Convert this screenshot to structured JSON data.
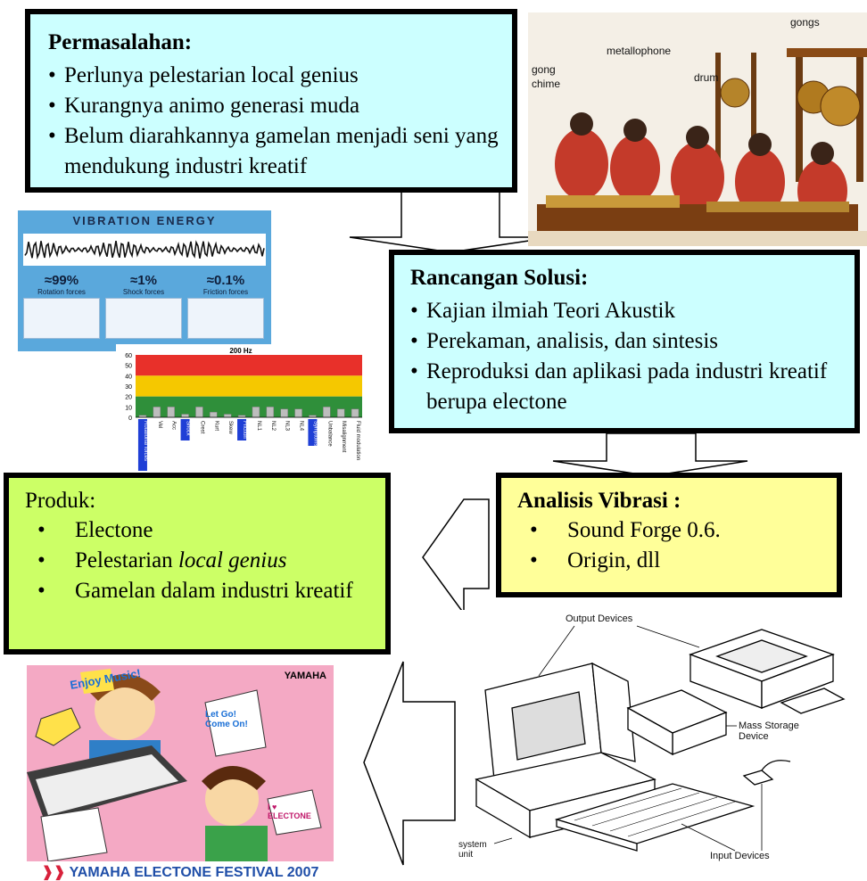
{
  "permasalahan": {
    "title": "Permasalahan:",
    "items": [
      "Perlunya pelestarian local genius",
      "Kurangnya animo generasi muda",
      "Belum diarahkannya gamelan menjadi seni yang mendukung industri kreatif"
    ]
  },
  "rancangan": {
    "title": "Rancangan Solusi:",
    "items": [
      "Kajian ilmiah Teori Akustik",
      "Perekaman, analisis, dan sintesis",
      "Reproduksi dan aplikasi pada industri kreatif berupa electone"
    ]
  },
  "analisis": {
    "title": "Analisis Vibrasi :",
    "items": [
      "Sound Forge 0.6.",
      "Origin, dll"
    ]
  },
  "produk": {
    "title": "Produk:",
    "items": [
      "Electone",
      "Gamelan dalam industri kreatif"
    ],
    "local_prefix": "Pelestarian ",
    "local_italic": "local genius"
  },
  "gamelan_photo": {
    "labels": {
      "gongs": "gongs",
      "metallophone": "metallophone",
      "gong_chime": "gong chime",
      "drum": "drum"
    }
  },
  "vibration_energy": {
    "title": "VIBRATION ENERGY",
    "stats": [
      {
        "value": "≈99%",
        "label": "Rotation forces"
      },
      {
        "value": "≈1%",
        "label": "Shock forces"
      },
      {
        "value": "≈0.1%",
        "label": "Friction forces"
      }
    ]
  },
  "bar_chart": {
    "title": "200 Hz",
    "y_ticks": [
      "60",
      "50",
      "40",
      "30",
      "20",
      "10",
      "0"
    ],
    "x_labels": [
      "Rotational forces",
      "Vel",
      "Acc",
      "Shock",
      "Crest",
      "Kurt",
      "Skew",
      "Friction",
      "NL1",
      "NL2",
      "NL3",
      "NL4",
      "Symptoms",
      "Unbalance",
      "Misalignment",
      "Fluid modulation"
    ]
  },
  "poster": {
    "brand": "YAMAHA",
    "footer": "YAMAHA ELECTONE FESTIVAL 2007",
    "bubble1": "Enjoy Music!",
    "bubble2": "Let Go! Come On!",
    "bubble3": "I ♥ ELECTONE"
  },
  "computer": {
    "output": "Output Devices",
    "mass": "Mass Storage Device",
    "system": "system unit",
    "input": "Input Devices"
  },
  "colors": {
    "box_blue": "#ccffff",
    "box_yellow": "#ffff99",
    "box_green": "#ccff66"
  }
}
